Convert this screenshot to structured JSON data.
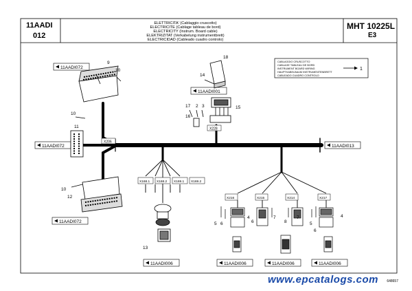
{
  "header": {
    "code_left_1": "11AADI",
    "code_left_2": "012",
    "title_lines": [
      "ELETTRICITA' (Cablaggio cruscotto)",
      "ELECTRICITE (Cablage tableau de bord)",
      "ELECTRICITY (Instrum. Board cable)",
      "ELEKTRIZITAT (Verkabelung instrumentbrett)",
      "ELECTRICIDAD (Cableado cuadro controlo)"
    ],
    "model": "MHT 10225L",
    "model_sub": "E3"
  },
  "legend": {
    "lines": [
      "CABLAGGIO CRUSCOTTO",
      "CABLAGE TABLEAU DE BORD",
      "INSTRUMENT BOARD WIRING",
      "HAUPTKABELBAUM INSTRUMENTENBRETT",
      "CABLEADO CUADRO CONTROLO"
    ],
    "arrow_label": "1"
  },
  "refs": {
    "r1": "11AADI072",
    "r2": "11AADI001",
    "r3": "11AADI072",
    "r4": "11AADI013",
    "r5": "11AADI072",
    "r6": "11AADI006",
    "r7": "11AADI006",
    "r8": "11AADI006",
    "r9": "11AADI006"
  },
  "connectors": {
    "c_x206": "X206",
    "c_x228": "X228",
    "c_x168_1": "X168.1",
    "c_x168_2": "X168.2",
    "c_x169_1": "X169.1",
    "c_x169_2": "X169.2",
    "c_x216": "X216",
    "c_x215": "X215",
    "c_x214": "X214",
    "c_x217": "X217"
  },
  "callouts": {
    "n9": "9",
    "n10a": "10",
    "n10b": "10",
    "n11": "11",
    "n10c": "10",
    "n12": "12",
    "n18": "18",
    "n14": "14",
    "n17": "17",
    "n2": "2",
    "n3": "3",
    "n16": "16",
    "n15": "15",
    "n13": "13",
    "n5a": "5",
    "n6a": "6",
    "n4a": "4",
    "n6b": "6",
    "n7a": "7",
    "n8": "8",
    "n7b": "7",
    "n5b": "5",
    "n6c": "6",
    "n4b": "4"
  },
  "watermark": "www.epcatalogs.com",
  "drawing_number": "648657"
}
